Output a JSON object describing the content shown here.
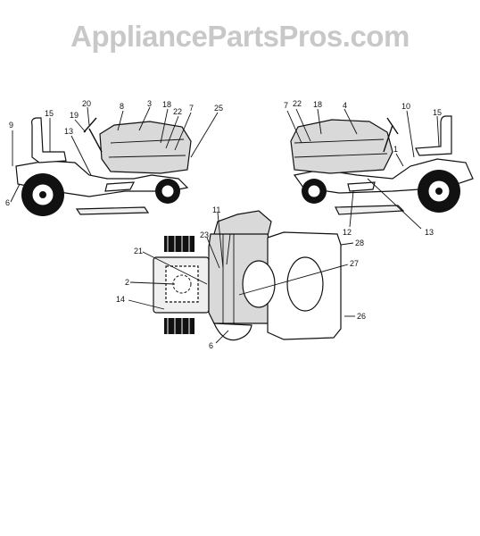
{
  "watermark": {
    "text": "AppliancePartsPros.com",
    "color": "#c8c8c8"
  },
  "header_snippet": "",
  "views": {
    "left_side": {
      "labels": [
        "9",
        "15",
        "20",
        "19",
        "8",
        "3",
        "18",
        "22",
        "7",
        "25",
        "13",
        "6"
      ]
    },
    "right_side": {
      "labels": [
        "7",
        "22",
        "18",
        "4",
        "10",
        "15",
        "1",
        "12",
        "13"
      ]
    },
    "top_view": {
      "labels": [
        "11",
        "23",
        "28",
        "21",
        "27",
        "2",
        "14",
        "26",
        "6"
      ]
    }
  }
}
